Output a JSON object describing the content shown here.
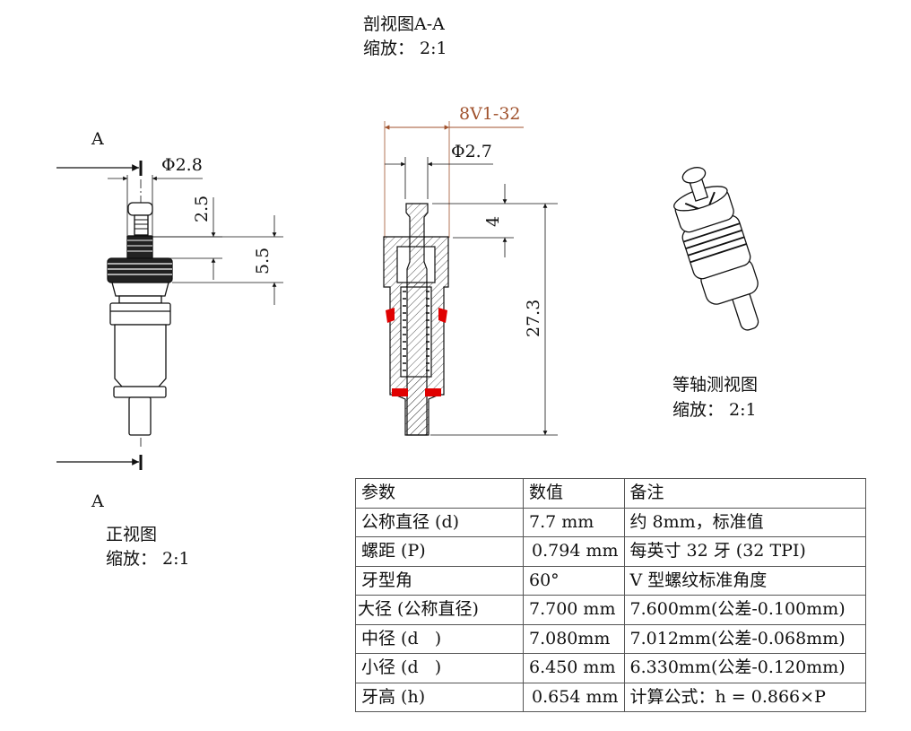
{
  "section_view": {
    "title": "剖视图A-A",
    "scale": "缩放：  2:1",
    "thread_label": "8V1-32",
    "dia_label": "Φ2.7",
    "dim_4": "4",
    "dim_27_3": "27.3"
  },
  "front_view": {
    "section_mark_top": "A",
    "section_mark_bottom": "A",
    "title": "正视图",
    "scale": "缩放：  2:1",
    "dia_label": "Φ2.8",
    "dim_2_5": "2.5",
    "dim_5_5": "5.5"
  },
  "iso_view": {
    "title": "等轴测视图",
    "scale": "缩放：  2:1"
  },
  "colors": {
    "thread_dim": "#a0522d",
    "seal": "#e00000"
  },
  "table": {
    "headers": [
      "参数",
      "数值",
      "备注"
    ],
    "rows": [
      [
        "公称直径 (d)",
        "7.7 mm",
        "约 8mm，标准值"
      ],
      [
        "螺距 (P)",
        " 0.794 mm",
        "每英寸 32 牙 (32 TPI)"
      ],
      [
        "牙型角",
        "60°",
        "V 型螺纹标准角度"
      ],
      [
        "大径 (公称直径)",
        "7.700 mm",
        "7.600mm(公差-0.100mm)"
      ],
      [
        "中径 (d   )",
        "7.080mm",
        "7.012mm(公差-0.068mm)"
      ],
      [
        "小径 (d   )",
        "6.450 mm",
        "6.330mm(公差-0.120mm)"
      ],
      [
        "牙高 (h)",
        " 0.654 mm",
        "计算公式：h = 0.866×P"
      ]
    ]
  }
}
